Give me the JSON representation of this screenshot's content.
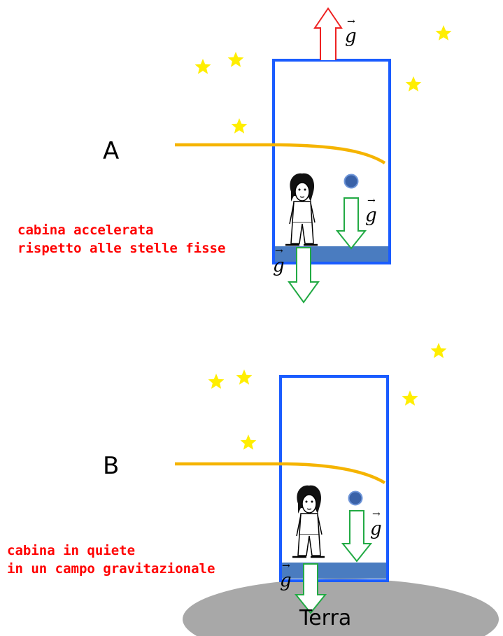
{
  "scene_a": {
    "label": "A",
    "caption_line1": "cabina accelerata",
    "caption_line2": "rispetto alle stelle fisse"
  },
  "scene_b": {
    "label": "B",
    "caption_line1": "cabina in quiete",
    "caption_line2": "in un campo gravitazionale",
    "planet_label": "Terra"
  },
  "vector_symbol": "g",
  "vector_arrow": "→",
  "colors": {
    "cabin": "#1a5cff",
    "floor": "#4a7cc0",
    "light_beam": "#f5b400",
    "star": "#ffee00",
    "up_arrow": "#ee2222",
    "down_arrow": "#22aa44",
    "ball": "#3a62a8",
    "earth": "#a8a8a8",
    "caption": "#ff0000"
  }
}
